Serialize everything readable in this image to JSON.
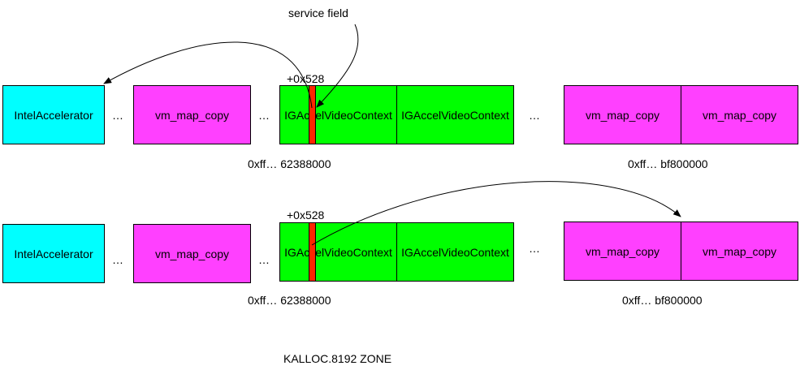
{
  "top_annotation": "service field",
  "zone_label": "KALLOC.8192 ZONE",
  "ellipsis": "…",
  "row1": {
    "intel": "IntelAccelerator",
    "vmcopy1": "vm_map_copy",
    "offset": "+0x528",
    "ig1": "IGAccelVideoContext",
    "ig2": "IGAccelVideoContext",
    "vmcopy2": "vm_map_copy",
    "vmcopy3": "vm_map_copy",
    "addr1": "0xff… 62388000",
    "addr2": "0xff… bf800000"
  },
  "row2": {
    "intel": "IntelAccelerator",
    "vmcopy1": "vm_map_copy",
    "offset": "+0x528",
    "ig1": "IGAccelVideoContext",
    "ig2": "IGAccelVideoContext",
    "vmcopy2": "vm_map_copy",
    "vmcopy3": "vm_map_copy",
    "addr1": "0xff… 62388000",
    "addr2": "0xff… bf800000"
  },
  "colors": {
    "intel": "#00ffff",
    "vm_map_copy": "#ff40ff",
    "ig_context": "#00ff00",
    "service_field": "#ff2600"
  }
}
